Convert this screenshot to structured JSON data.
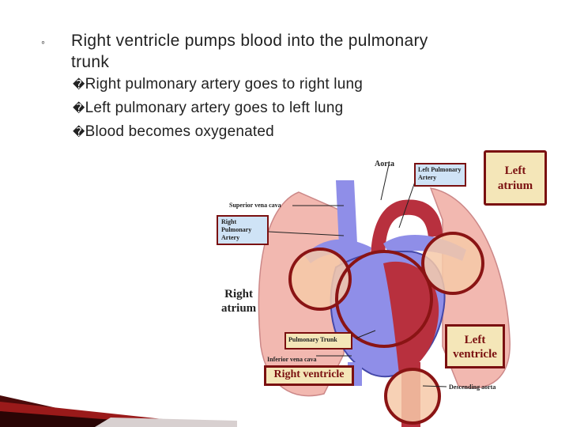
{
  "bullet": {
    "marker": "◦",
    "text_line1": "Right ventricle pumps blood into the pulmonary",
    "text_line2": "trunk"
  },
  "sub_bullets": [
    {
      "marker": "�",
      "text": "Right pulmonary artery goes to right lung"
    },
    {
      "marker": "�",
      "text": "Left pulmonary artery goes to left lung"
    },
    {
      "marker": "�",
      "text": "Blood becomes oxygenated"
    }
  ],
  "diagram": {
    "aorta": "Aorta",
    "left_pulmonary_artery": [
      "Left Pulmonary",
      "Artery"
    ],
    "left_atrium": [
      "Left",
      "atrium"
    ],
    "superior_vena_cava": "Superior vena cava",
    "right_pulmonary_artery": [
      "Right",
      "Pulmonary",
      "Artery"
    ],
    "right_atrium": [
      "Right",
      "atrium"
    ],
    "pulmonary_trunk": "Pulmonary Trunk",
    "inferior_vena_cava": "Inferior vena cava",
    "right_ventricle": "Right ventricle",
    "left_ventricle": [
      "Left",
      "ventricle"
    ],
    "descending_aorta": "Descending aorta"
  },
  "colors": {
    "box_border": "#7a1010",
    "label_fill_blue": "#cfe3f6",
    "label_fill_tan": "#f4e6b8",
    "lung": "#f2b8b0",
    "heart_red": "#b8303e",
    "vessel_blue": "#8f8ee8"
  }
}
